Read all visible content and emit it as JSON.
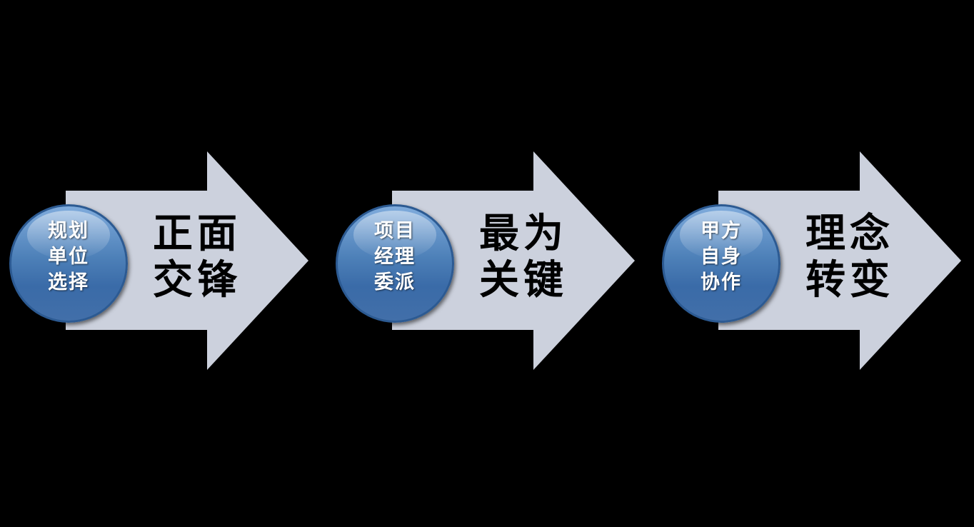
{
  "background": "#000000",
  "colors": {
    "arrow": "#ccd1dd",
    "arrow_edge": "#c3c9d7",
    "circle_top": "#7fabdc",
    "circle_bottom": "#3a6ba8",
    "circle_border": "#2c5a92",
    "label_text": "#000000",
    "circle_text": "#ffffff"
  },
  "steps": [
    {
      "circle_lines": [
        "规划",
        "单位",
        "选择"
      ],
      "label_lines": [
        "正面",
        "交锋"
      ]
    },
    {
      "circle_lines": [
        "项目",
        "经理",
        "委派"
      ],
      "label_lines": [
        "最为",
        "关键"
      ]
    },
    {
      "circle_lines": [
        "甲方",
        "自身",
        "协作"
      ],
      "label_lines": [
        "理念",
        "转变"
      ]
    }
  ]
}
